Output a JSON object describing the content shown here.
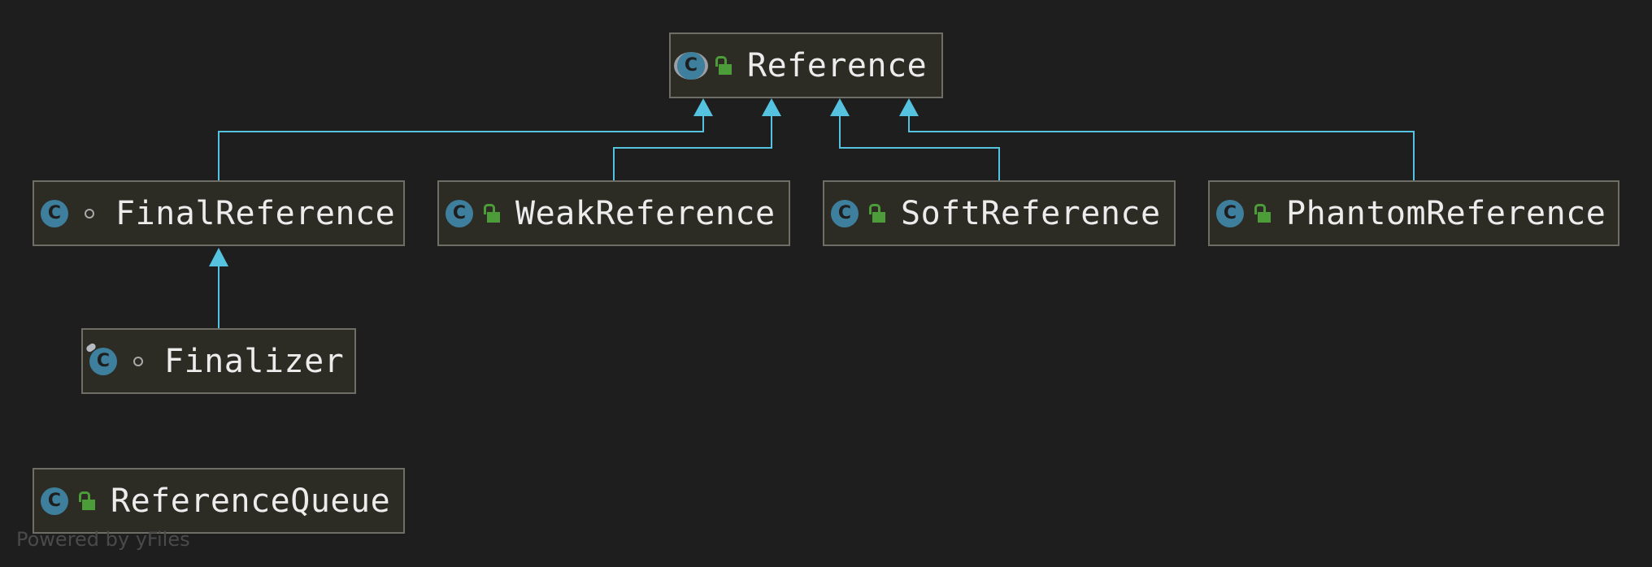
{
  "diagram": {
    "type": "class-hierarchy",
    "edge_color": "#55c3e0",
    "nodes": {
      "reference": {
        "label": "Reference",
        "icon": "abstract-class-icon",
        "visibility": "public"
      },
      "final_reference": {
        "label": "FinalReference",
        "icon": "class-icon",
        "visibility": "package-private"
      },
      "weak_reference": {
        "label": "WeakReference",
        "icon": "class-icon",
        "visibility": "public"
      },
      "soft_reference": {
        "label": "SoftReference",
        "icon": "class-icon",
        "visibility": "public"
      },
      "phantom_reference": {
        "label": "PhantomReference",
        "icon": "class-icon",
        "visibility": "public"
      },
      "finalizer": {
        "label": "Finalizer",
        "icon": "final-class-icon",
        "visibility": "package-private"
      },
      "reference_queue": {
        "label": "ReferenceQueue",
        "icon": "class-icon",
        "visibility": "public"
      }
    },
    "edges": [
      {
        "from": "FinalReference",
        "to": "Reference",
        "kind": "extends"
      },
      {
        "from": "WeakReference",
        "to": "Reference",
        "kind": "extends"
      },
      {
        "from": "SoftReference",
        "to": "Reference",
        "kind": "extends"
      },
      {
        "from": "PhantomReference",
        "to": "Reference",
        "kind": "extends"
      },
      {
        "from": "Finalizer",
        "to": "FinalReference",
        "kind": "extends"
      }
    ]
  },
  "class_icon_letter": "C",
  "watermark": "Powered by yFiles"
}
